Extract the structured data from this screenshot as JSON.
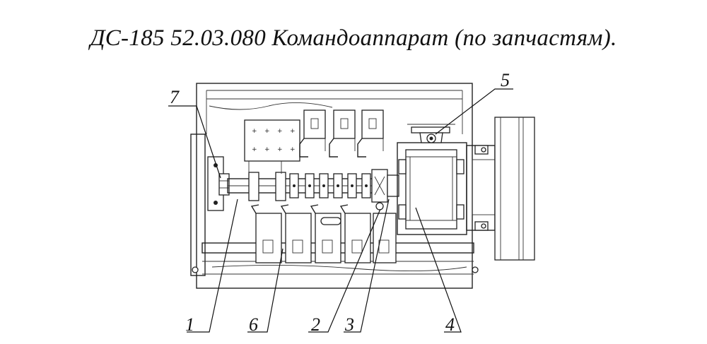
{
  "title": "ДС-185 52.03.080  Командоаппарат (по запчастям).",
  "callouts": [
    "1",
    "2",
    "3",
    "4",
    "5",
    "6",
    "7"
  ]
}
